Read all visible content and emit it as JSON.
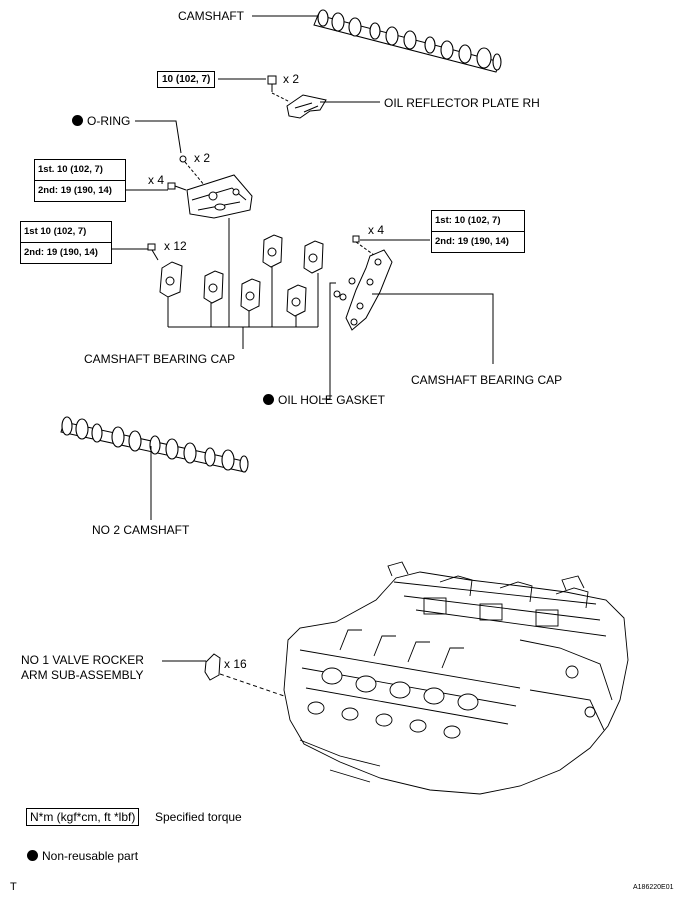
{
  "labels": {
    "camshaft": "CAMSHAFT",
    "oil_reflector_plate": "OIL REFLECTOR PLATE RH",
    "o_ring": "O-RING",
    "bearing_cap_left": "CAMSHAFT BEARING CAP",
    "bearing_cap_right": "CAMSHAFT BEARING CAP",
    "oil_hole_gasket": "OIL HOLE GASKET",
    "no2_camshaft": "NO  2 CAMSHAFT",
    "rocker_arm_line1": "NO  1 VALVE ROCKER",
    "rocker_arm_line2": "ARM SUB-ASSEMBLY"
  },
  "quantities": {
    "reflector_bolts": "x 2",
    "o_rings": "x 2",
    "housing_bolts": "x 4",
    "cap_bolts": "x 12",
    "right_cap_bolts": "x 4",
    "rocker_arms": "x 16"
  },
  "torque": {
    "reflector": "10 (102, 7)",
    "housing_first": "1st. 10 (102, 7)",
    "housing_second": "2nd: 19 (190, 14)",
    "caps_first": "1st  10 (102, 7)",
    "caps_second": "2nd: 19 (190, 14)",
    "right_first": "1st: 10 (102, 7)",
    "right_second": "2nd: 19 (190, 14)"
  },
  "legend": {
    "torque_unit": "N*m (kgf*cm, ft *lbf)",
    "torque_text": "Specified torque",
    "non_reusable_text": "Non-reusable part"
  },
  "footer": {
    "left_mark": "T",
    "figure_id": "A186220E01"
  }
}
